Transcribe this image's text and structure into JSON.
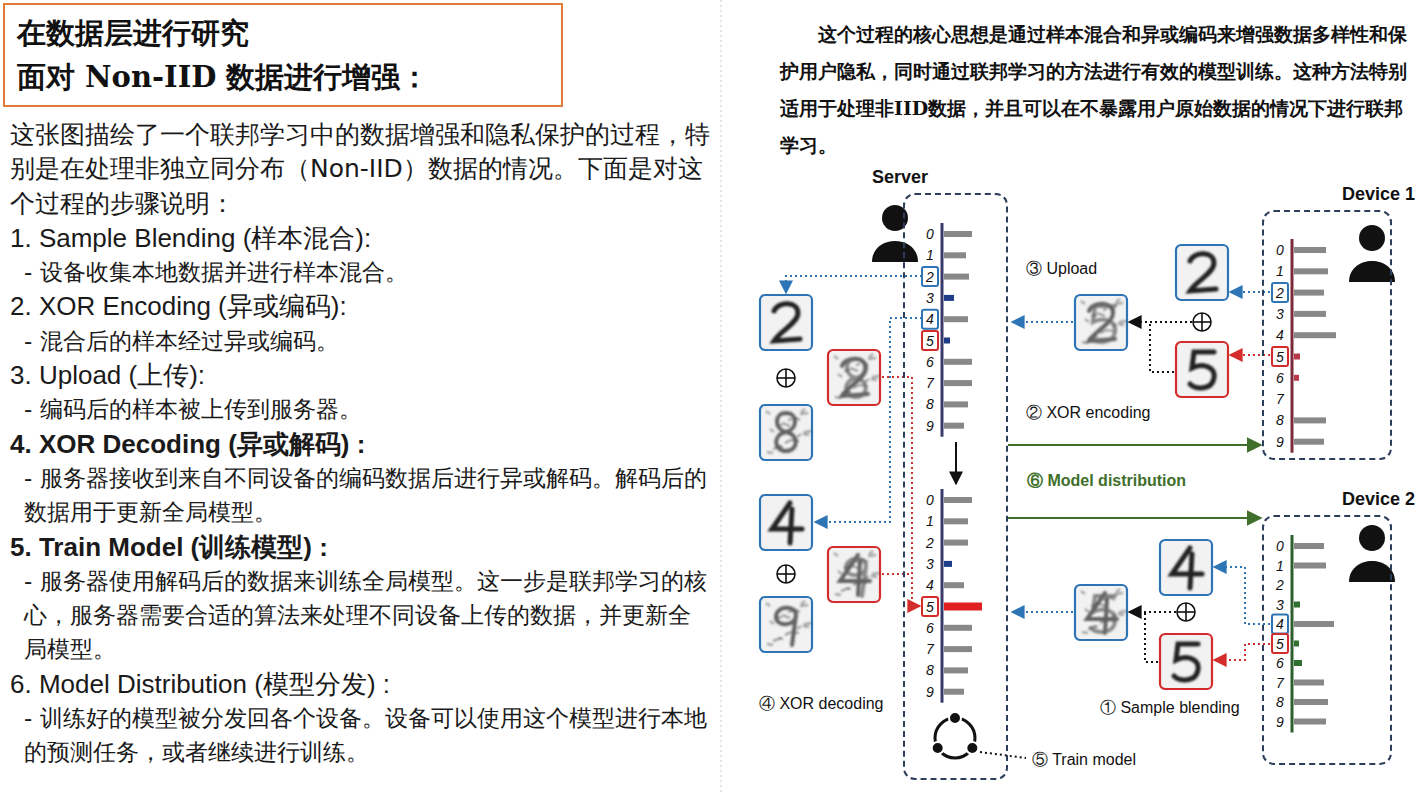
{
  "diagram": {
    "nodes": [
      {
        "text": [
          "在数据层进行研究",
          "面对 Non-IID 数据进行增强："
        ]
      },
      {
        "text": [
          "Server"
        ]
      },
      {
        "text": [
          "Device 1"
        ]
      },
      {
        "text": [
          "Device 2"
        ]
      }
    ],
    "edges": [
      {
        "from": 1,
        "to": 2,
        "arrow": "to",
        "label": "⑥ Model distribution"
      },
      {
        "from": 1,
        "to": 3,
        "arrow": "to"
      }
    ],
    "labels": [
      "这张图描绘了一个联邦学习中的数据增强和隐私保护的过程，特别是在处理非独立同分布（Non-IID）数据的情况。下面是对这个过程的步骤说明：",
      "1. Sample Blending (样本混合):",
      "- 设备收集本地数据并进行样本混合。",
      "2. XOR Encoding (异或编码):",
      "- 混合后的样本经过异或编码。",
      "3. Upload (上传):",
      "- 编码后的样本被上传到服务器。",
      "4. XOR Decoding (异或解码) :",
      "- 服务器接收到来自不同设备的编码数据后进行异或解码。解码后的数据用于更新全局模型。",
      "5. Train Model (训练模型) :",
      "- 服务器使用解码后的数据来训练全局模型。这一步是联邦学习的核心，服务器需要合适的算法来处理不同设备上传的数据，并更新全局模型。",
      "6. Model Distribution (模型分发) :",
      "- 训练好的模型被分发回各个设备。设备可以使用这个模型进行本地的预测任务，或者继续进行训练。",
      "这个过程的核心思想是通过样本混合和异或编码来增强数据多样性和保护用户隐私，同时通过联邦学习的方法进行有效的模型训练。这种方法特别适用于处理非IID数据，并且可以在不暴露用户原始数据的情况下进行联邦学习。",
      "③ Upload",
      "② XOR encoding",
      "④ XOR decoding",
      "① Sample blending",
      "⑤ Train model",
      "0",
      "1",
      "2",
      "3",
      "4",
      "5",
      "6",
      "7",
      "8",
      "9",
      "0",
      "1",
      "2",
      "3",
      "4",
      "5",
      "6",
      "7",
      "8",
      "9",
      "0",
      "1",
      "2",
      "3",
      "4",
      "5",
      "6",
      "7",
      "8",
      "9",
      "0",
      "1",
      "2",
      "3",
      "4",
      "5",
      "6",
      "7",
      "8",
      "9"
    ]
  }
}
